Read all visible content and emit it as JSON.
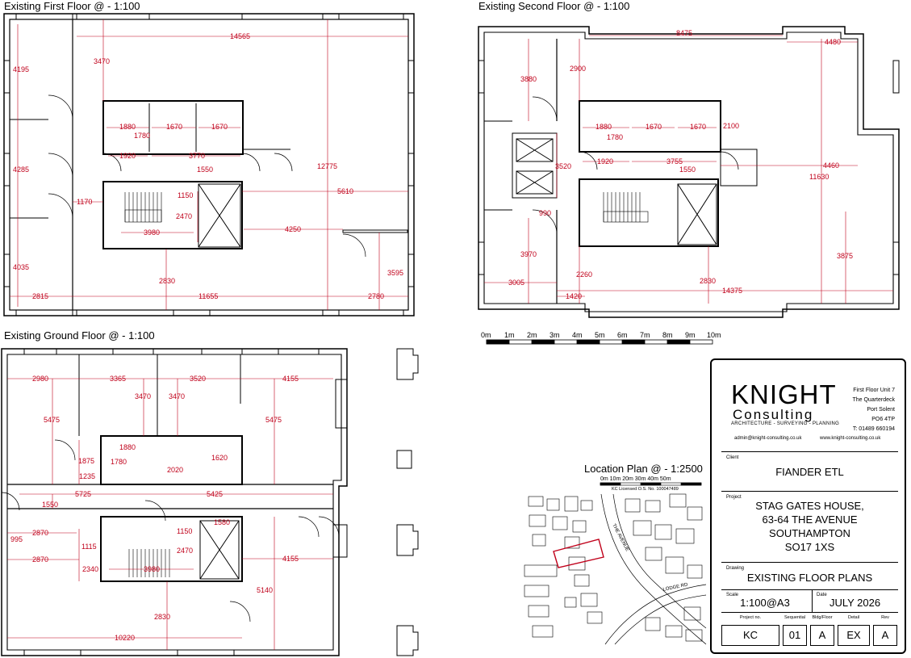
{
  "plans": {
    "first_floor_title": "Existing First Floor @ - 1:100",
    "second_floor_title": "Existing Second Floor @ - 1:100",
    "ground_floor_title": "Existing Ground Floor @ - 1:100"
  },
  "scale_bar": {
    "ticks": [
      "0m",
      "1m",
      "2m",
      "3m",
      "4m",
      "5m",
      "6m",
      "7m",
      "8m",
      "9m",
      "10m"
    ]
  },
  "first_floor_dims": [
    "14565",
    "4195",
    "3470",
    "12775",
    "4285",
    "1880",
    "1670",
    "1670",
    "1780",
    "1920",
    "3770",
    "1550",
    "1170",
    "1150",
    "5610",
    "2470",
    "3980",
    "4250",
    "4035",
    "2830",
    "3595",
    "2815",
    "11655",
    "2780"
  ],
  "second_floor_dims": [
    "8475",
    "4480",
    "3880",
    "2900",
    "1880",
    "1670",
    "1670",
    "2100",
    "1780",
    "3520",
    "1920",
    "3755",
    "1550",
    "4460",
    "11630",
    "990",
    "3970",
    "3875",
    "2260",
    "2830",
    "3005",
    "1420",
    "14375"
  ],
  "ground_floor_dims": [
    "2980",
    "3365",
    "3520",
    "4155",
    "5475",
    "3470",
    "3470",
    "5475",
    "1880",
    "1875",
    "1780",
    "1235",
    "2020",
    "1620",
    "5725",
    "5425",
    "1550",
    "2870",
    "995",
    "1115",
    "1150",
    "1580",
    "2470",
    "2870",
    "2340",
    "3980",
    "4155",
    "5140",
    "2830",
    "10220"
  ],
  "location_plan": {
    "title": "Location Plan @ - 1:2500",
    "scale": "0m   10m   20m   30m   40m   50m",
    "licence": "KC Licensed O.S. No. 100047489",
    "road_avenue": "THE AVENUE",
    "road_lodge": "LODGE RD"
  },
  "title_block": {
    "logo_main": "KNIGHT",
    "logo_sub": "Consulting",
    "tagline": "ARCHITECTURE - SURVEYING - PLANNING",
    "address": [
      "First Floor Unit 7",
      "The Quarterdeck",
      "Port Solent",
      "PO6 4TP",
      "T: 01489 660194"
    ],
    "email": "admin@knight-consulting.co.uk",
    "web": "www.knight-consulting.co.uk",
    "client_label": "Client",
    "client": "FIANDER ETL",
    "project_label": "Project",
    "project": [
      "STAG GATES HOUSE,",
      "63-64 THE AVENUE",
      "SOUTHAMPTON",
      "SO17 1XS"
    ],
    "drawing_label": "Drawing",
    "drawing": "EXISTING FLOOR PLANS",
    "scale_label": "Scale",
    "scale": "1:100@A3",
    "date_label": "Date",
    "date": "JULY 2026",
    "code_headers": [
      "Project no.",
      "Sequential",
      "Bldg/Floor",
      "Detail",
      "Rev"
    ],
    "code_values": [
      "KC",
      "01",
      "A",
      "EX",
      "A"
    ]
  },
  "colors": {
    "dimension": "#c0001a",
    "wall": "#000000"
  }
}
